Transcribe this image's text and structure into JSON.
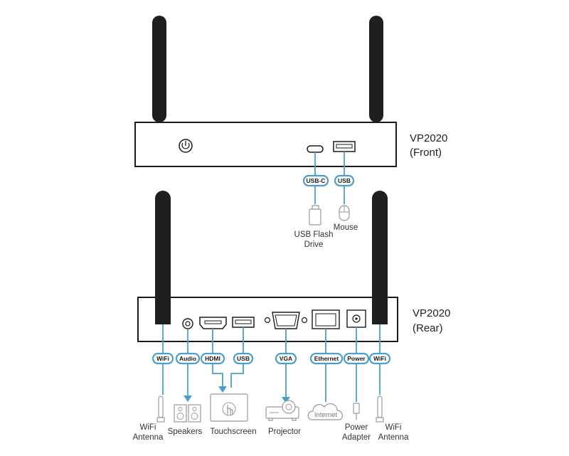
{
  "front": {
    "model": "VP2020",
    "view": "(Front)",
    "ports": [
      {
        "id": "usbc",
        "label": "USB-C",
        "device": [
          "USB Flash",
          "Drive"
        ]
      },
      {
        "id": "usb",
        "label": "USB",
        "device": [
          "Mouse"
        ]
      }
    ]
  },
  "rear": {
    "model": "VP2020",
    "view": "(Rear)",
    "ports": [
      {
        "id": "wifi-left",
        "label": "WiFi",
        "device": [
          "WiFi",
          "Antenna"
        ]
      },
      {
        "id": "audio",
        "label": "Audio",
        "device": [
          "Speakers"
        ]
      },
      {
        "id": "hdmi",
        "label": "HDMI",
        "device": [
          "Touchscreen"
        ]
      },
      {
        "id": "usb",
        "label": "USB",
        "device": []
      },
      {
        "id": "vga",
        "label": "VGA",
        "device": [
          "Projector"
        ]
      },
      {
        "id": "ethernet",
        "label": "Ethernet",
        "device": [
          "Internet"
        ]
      },
      {
        "id": "power",
        "label": "Power",
        "device": [
          "Power",
          "Adapter"
        ]
      },
      {
        "id": "wifi-right",
        "label": "WiFi",
        "device": [
          "WiFi",
          "Antenna"
        ]
      }
    ]
  },
  "colors": {
    "accent": "#4aa0c8",
    "outline": "#1a1a1a",
    "device_icon": "#999999"
  }
}
